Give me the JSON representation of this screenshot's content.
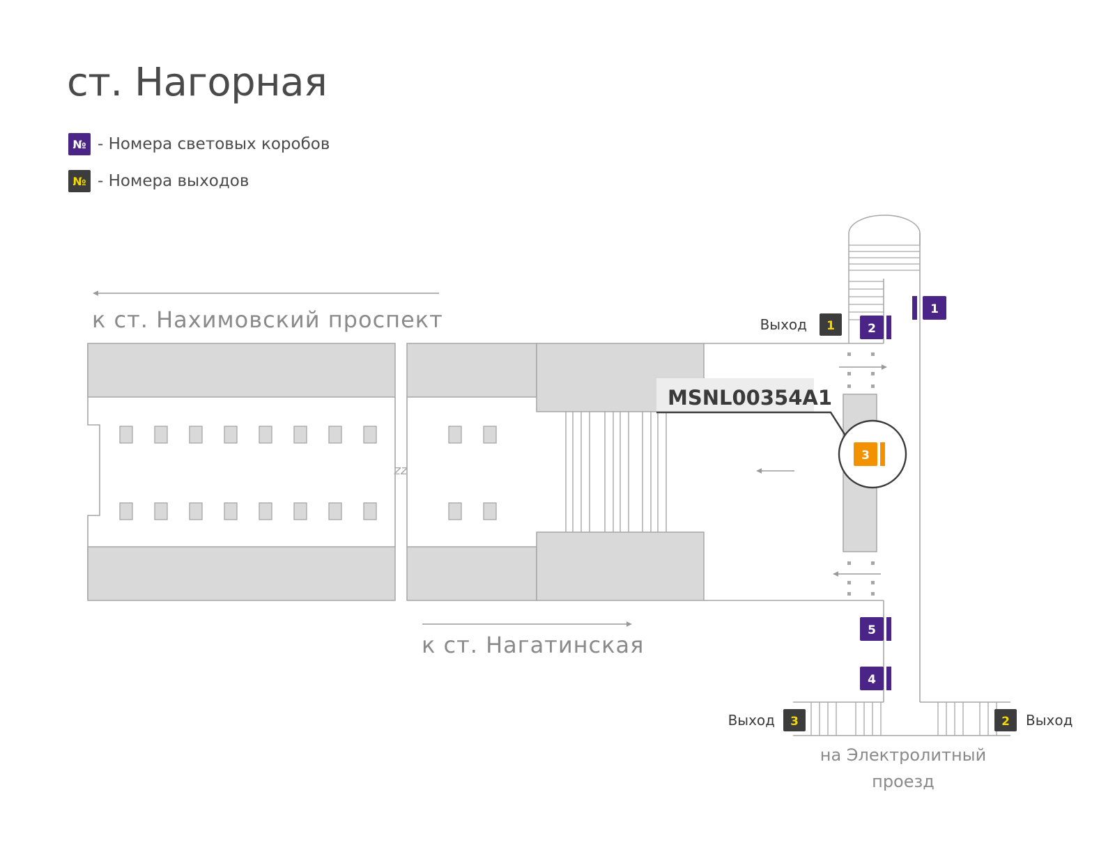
{
  "page": {
    "title": "ст. Нагорная"
  },
  "legend": {
    "items": [
      {
        "symbol": "№",
        "label": "- Номера световых коробов",
        "color": "#4b2488",
        "symbol_color": "#ffffff"
      },
      {
        "symbol": "№",
        "label": "- Номера выходов",
        "color": "#3c3c3c",
        "symbol_color": "#f5d800"
      }
    ]
  },
  "map": {
    "directions": {
      "to_nakhimovsky": "к ст. Нахимовский проспект",
      "to_nagatinskaya": "к ст. Нагатинская"
    },
    "exit_word": "Выход",
    "exits": [
      {
        "number": "1",
        "label": "Выход"
      },
      {
        "number": "2",
        "label": "Выход"
      },
      {
        "number": "3",
        "label": "Выход"
      }
    ],
    "light_boxes": [
      "1",
      "2",
      "3",
      "4",
      "5"
    ],
    "highlight": {
      "code": "MSNL00354A1",
      "box_number": "3"
    },
    "street": {
      "line1": "на Электролитный",
      "line2": "проезд"
    },
    "break_mark": "zz",
    "colors": {
      "light_box": "#4b2488",
      "exit_badge": "#3c3c3c",
      "exit_number": "#f5d800",
      "highlight": "#f39200",
      "platform_fill": "#d9d9d9",
      "line": "#a6a6a6",
      "text_gray": "#8a8a8a",
      "text_dark": "#3a3a3a"
    }
  }
}
